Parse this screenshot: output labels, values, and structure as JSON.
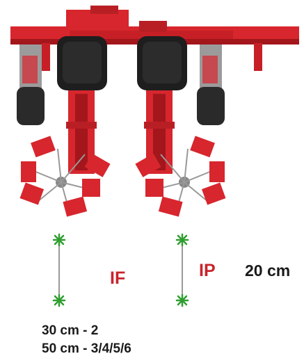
{
  "labels": {
    "if": "IF",
    "ip": "IP",
    "row_spacing": "20 cm",
    "spacing_line_1": "30 cm - 2",
    "spacing_line_2": "50 cm - 3/4/5/6"
  },
  "colors": {
    "machine_red": "#d7262d",
    "dark_red": "#a3161c",
    "label_red": "#c9232b",
    "seat_black": "#1e1e1e",
    "plant_green": "#2f9e2f",
    "text_dark": "#1a1a1a"
  },
  "icons": {
    "plant_marker": "plant-icon"
  }
}
